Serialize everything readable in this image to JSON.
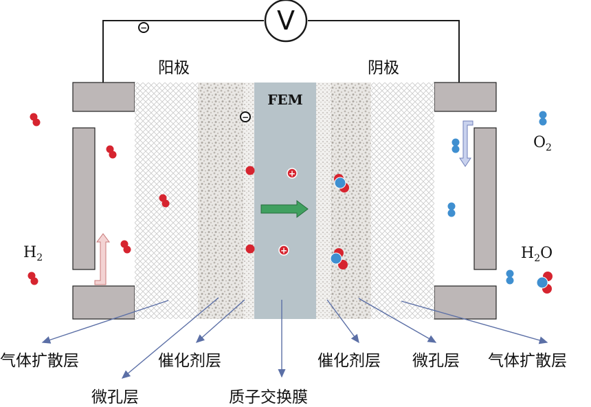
{
  "voltmeter": {
    "symbol": "V"
  },
  "electrodes": {
    "anode": "阳极",
    "cathode": "阴极"
  },
  "membrane": {
    "abbr": "FEM"
  },
  "species": {
    "hydrogen": {
      "base": "H",
      "sub": "2"
    },
    "oxygen": {
      "base": "O",
      "sub": "2"
    },
    "water": {
      "base": "H",
      "sub": "2",
      "tail": "O"
    }
  },
  "signs": {
    "electron": "−",
    "proton": "+"
  },
  "callouts": {
    "gdl_left": "气体扩散层",
    "mpl_left": "微孔层",
    "cl_left": "催化剂层",
    "membrane": "质子交换膜",
    "cl_right": "催化剂层",
    "mpl_right": "微孔层",
    "gdl_right": "气体扩散层"
  },
  "colors": {
    "plate": "#bdb7b7",
    "membrane": "#b7c3c9",
    "hydrogen": "#d6242f",
    "oxygen": "#3f8fd0",
    "arrow": "#5b6fa6",
    "flow_arrow": "#40a060"
  }
}
